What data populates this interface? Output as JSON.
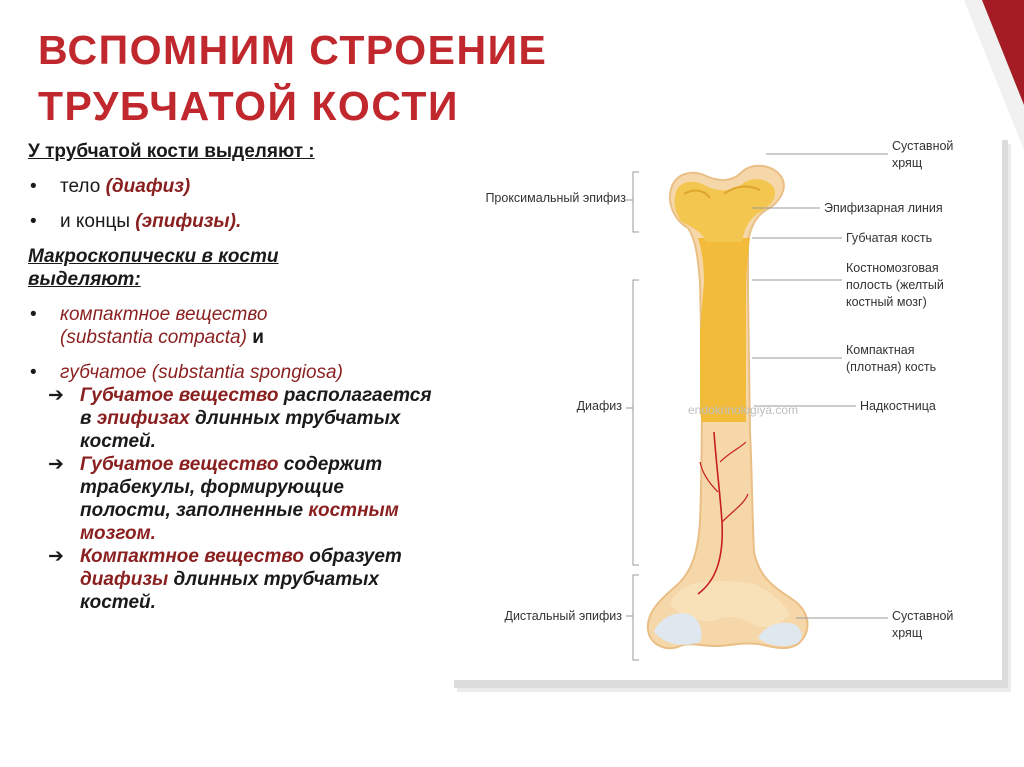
{
  "slide": {
    "title_line1": "ВСПОМНИМ СТРОЕНИЕ",
    "title_line2": "ТРУБЧАТОЙ КОСТИ"
  },
  "text": {
    "intro": "У трубчатой кости выделяют :",
    "bullet_body_prefix": "тело ",
    "bullet_body_term": "(диафиз)",
    "bullet_ends_prefix": "и концы ",
    "bullet_ends_term": "(эпифизы).",
    "macro_heading": "Макроскопически в кости выделяют:",
    "compact_term": "компактное вещество (substantia compacta)",
    "compact_suffix": " и",
    "spongy_term": "губчатое (substantia spongiosa)",
    "note1_term": "Губчатое вещество",
    "note1_text_a": "располагается в ",
    "note1_term2": "эпифизах",
    "note1_text_b": "длинных трубчатых костей.",
    "note2_term": "Губчатое вещество",
    "note2_text_a": "содержит трабекулы, формирующие полости, заполненные ",
    "note2_term2": "костным мозгом.",
    "note3_term": "Компактное вещество",
    "note3_text_a": "образует ",
    "note3_term2": "диафизы",
    "note3_text_b": " длинных трубчатых костей.",
    "bullet_symbol": "•",
    "arrow_symbol": "➔"
  },
  "diagram": {
    "labels": {
      "articular_cartilage_top": "Суставной хрящ",
      "proximal_epiphysis": "Проксимальный эпифиз",
      "epiphyseal_line": "Эпифизарная линия",
      "spongy_bone": "Губчатая кость",
      "marrow_cavity": "Костномозговая полость (желтый костный мозг)",
      "compact_bone": "Компактная (плотная) кость",
      "diaphysis": "Диафиз",
      "periosteum": "Надкостница",
      "distal_epiphysis": "Дистальный эпифиз",
      "articular_cartilage_bottom": "Суставной хрящ"
    },
    "watermark": "endokrinologiya.com"
  },
  "colors": {
    "title_red": "#c0282d",
    "term_red": "#8a1f1f",
    "bone_outer": "#f6d7a9",
    "bone_marrow": "#f2b92e",
    "cartilage": "#dfe8ef",
    "vessel": "#c81e1e"
  }
}
